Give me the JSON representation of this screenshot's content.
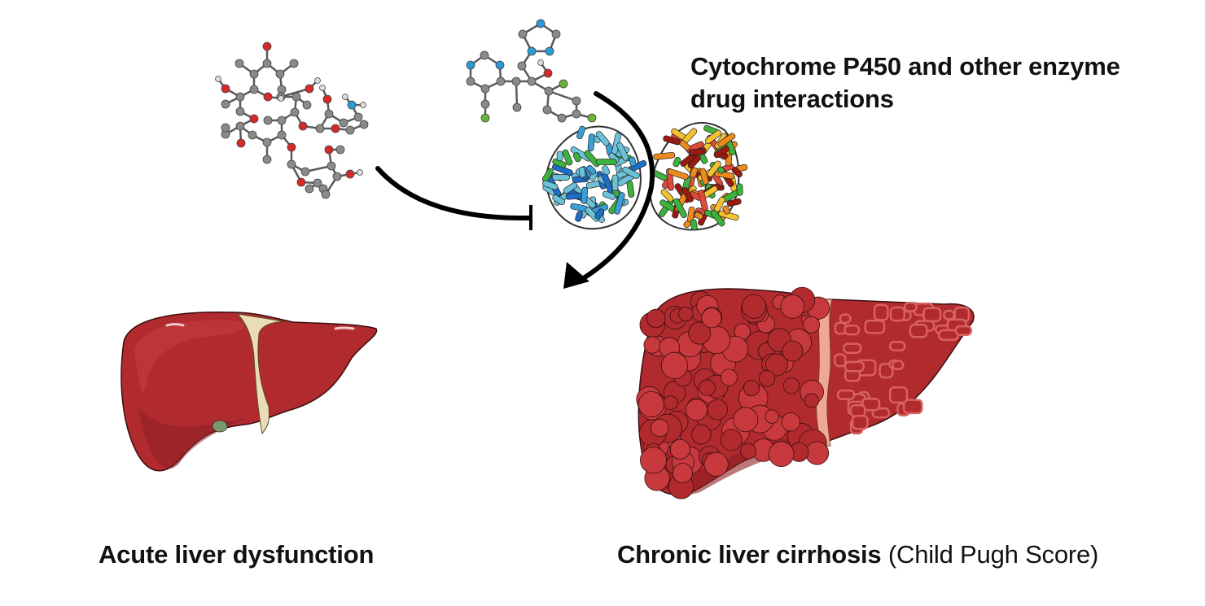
{
  "figure": {
    "title": "Cytochrome P450 and other enzyme drug interactions",
    "title_line1": "Cytochrome P450 and other enzyme",
    "title_line2": "drug interactions",
    "labels": {
      "acute": "Acute liver dysfunction",
      "chronic_bold": "Chronic liver cirrhosis",
      "chronic_note": " (Child Pugh Score)"
    },
    "elements": {
      "macrolide_molecule": "macrolide-drug-molecule",
      "azole_molecule": "azole-antifungal-molecule",
      "enzyme": "cytochrome-p450-enzyme-structure",
      "inhibition_arrow": "inhibition",
      "activation_arrow": "drug-to-liver"
    }
  },
  "colors": {
    "liver_red": "#b02a2e",
    "liver_highlight": "#c8393d",
    "liver_dark": "#8e1f24",
    "ligament": "#eadcb5",
    "gallbladder": "#7a9a6c",
    "cirrhosis_band": "#f0a892",
    "atom_carbon": "#8a8a8a",
    "atom_oxygen": "#d62a2a",
    "atom_nitrogen": "#2a9ad6",
    "atom_fluorine": "#6ab23a",
    "atom_hydrogen": "#dcdcdc",
    "enzyme_blue": "#3b9ed6",
    "enzyme_cyan": "#6cc3d8",
    "enzyme_green": "#3db23d",
    "enzyme_yellow": "#f2c230",
    "enzyme_orange": "#ec8a1e",
    "enzyme_red": "#e04a3a"
  }
}
